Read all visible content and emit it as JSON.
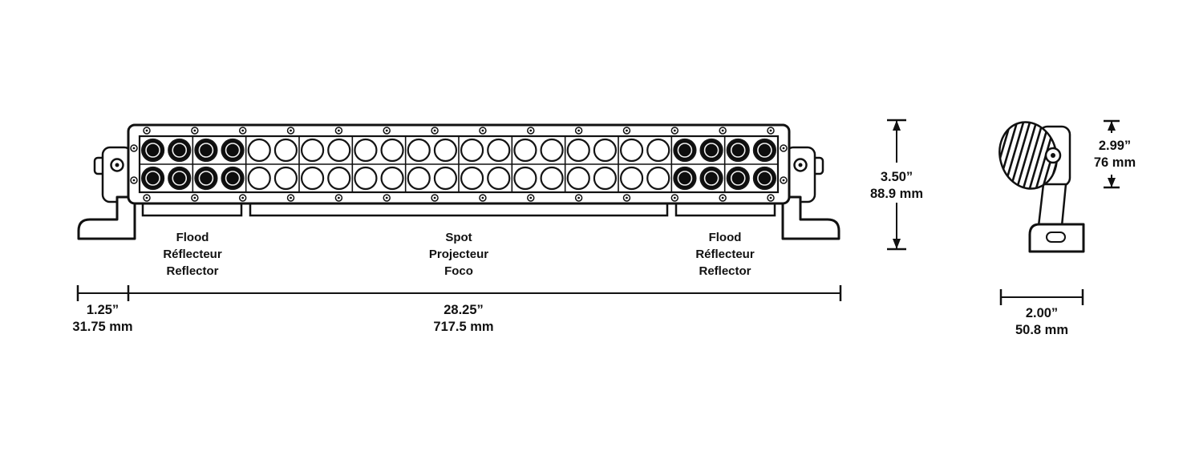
{
  "colors": {
    "background": "#ffffff",
    "line": "#111111",
    "led_dark": "#0d0d0d"
  },
  "front_view": {
    "led_rows": 2,
    "cells": 12,
    "leds_per_cell": 2,
    "flood_cells_per_side": 2,
    "screws_per_edge": 14,
    "sections": [
      {
        "id": "flood-left",
        "lines": [
          "Flood",
          "Réflecteur",
          "Reflector"
        ]
      },
      {
        "id": "spot",
        "lines": [
          "Spot",
          "Projecteur",
          "Foco"
        ]
      },
      {
        "id": "flood-right",
        "lines": [
          "Flood",
          "Réflecteur",
          "Reflector"
        ]
      }
    ]
  },
  "dimensions": {
    "bar_height": {
      "in": "3.50”",
      "mm": "88.9 mm"
    },
    "bracket_offset": {
      "in": "1.25”",
      "mm": "31.75 mm"
    },
    "bar_length": {
      "in": "28.25”",
      "mm": "717.5 mm"
    },
    "side_height": {
      "in": "2.99”",
      "mm": "76 mm"
    },
    "side_width": {
      "in": "2.00”",
      "mm": "50.8 mm"
    }
  }
}
